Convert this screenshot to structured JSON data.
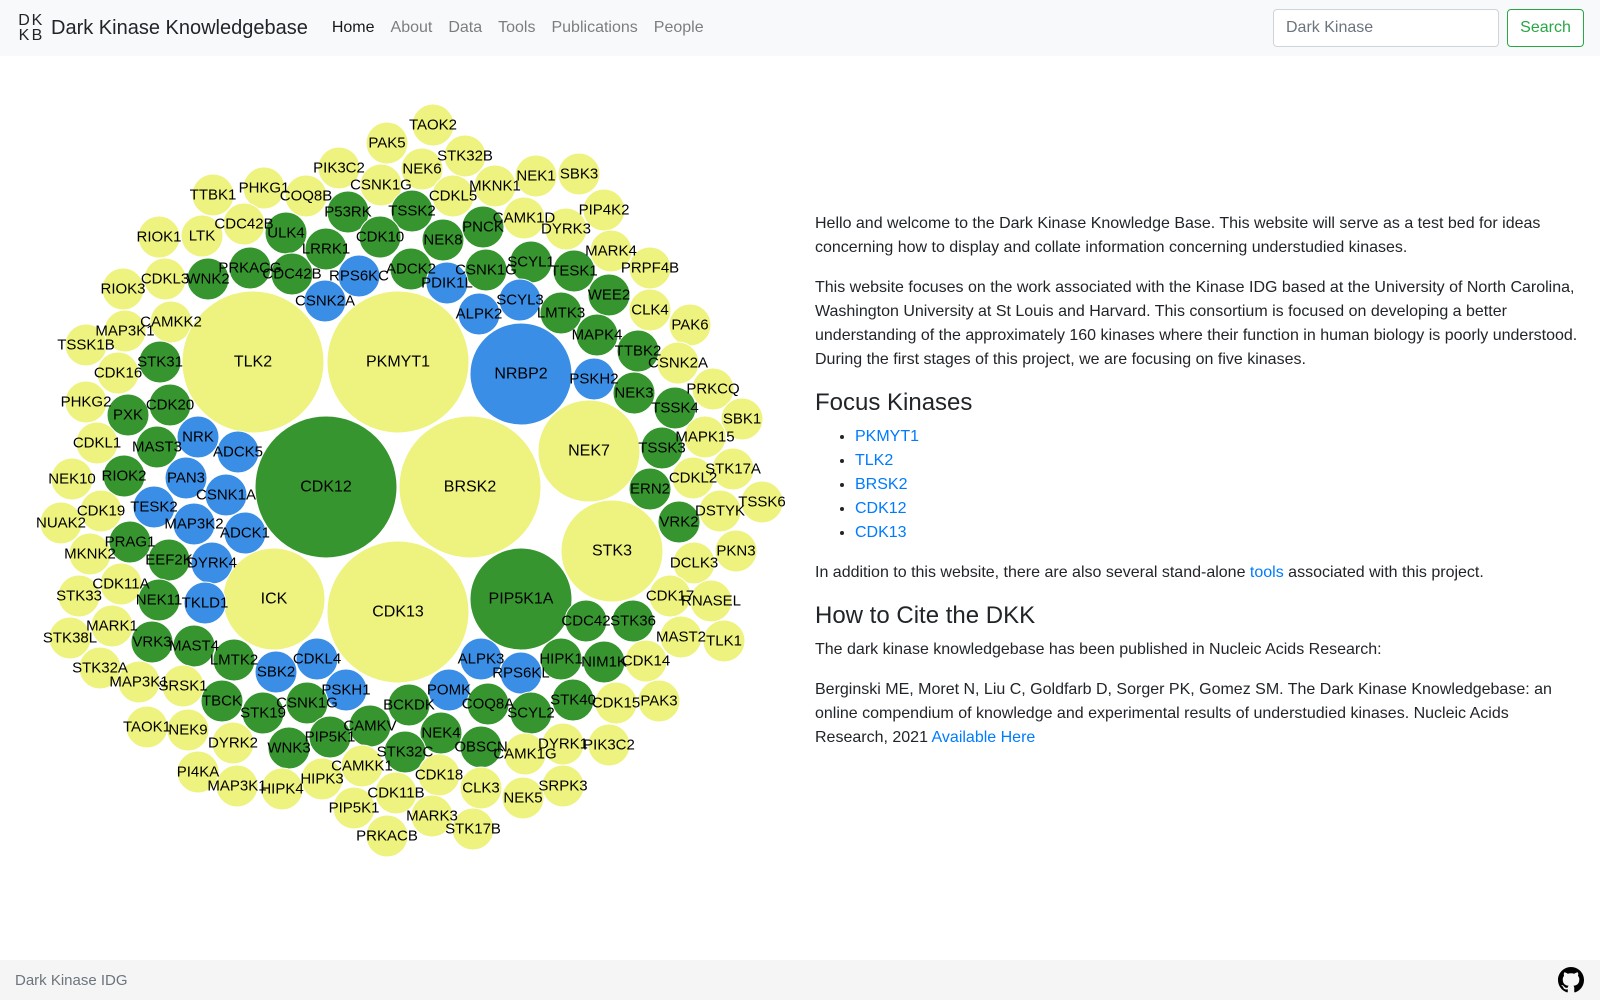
{
  "navbar": {
    "logo_letters": [
      "D",
      "K",
      "K",
      "B"
    ],
    "brand": "Dark Kinase Knowledgebase",
    "items": [
      {
        "label": "Home",
        "active": true
      },
      {
        "label": "About"
      },
      {
        "label": "Data"
      },
      {
        "label": "Tools"
      },
      {
        "label": "Publications"
      },
      {
        "label": "People"
      }
    ],
    "search_placeholder": "Dark Kinase",
    "search_button": "Search"
  },
  "colors": {
    "yellow": "#eef27e",
    "green": "#36952f",
    "blue": "#3b8ee6"
  },
  "bubbles": [
    {
      "label": "TAOK2",
      "c": "y"
    },
    {
      "label": "PAK5",
      "c": "y"
    },
    {
      "label": "STK32B",
      "c": "y"
    },
    {
      "label": "PIK3C2",
      "c": "y"
    },
    {
      "label": "NEK6",
      "c": "y"
    },
    {
      "label": "NEK1",
      "c": "y"
    },
    {
      "label": "SBK3",
      "c": "y"
    },
    {
      "label": "TTBK1",
      "c": "y"
    },
    {
      "label": "PHKG1",
      "c": "y"
    },
    {
      "label": "COQ8B",
      "c": "y"
    },
    {
      "label": "CSNK1G",
      "c": "y"
    },
    {
      "label": "MKNK1",
      "c": "y"
    },
    {
      "label": "CDKL5",
      "c": "y"
    },
    {
      "label": "PIP4K2",
      "c": "y"
    },
    {
      "label": "P53RK",
      "c": "g"
    },
    {
      "label": "TSSK2",
      "c": "g"
    },
    {
      "label": "CAMK1D",
      "c": "y"
    },
    {
      "label": "CDC42B",
      "c": "y"
    },
    {
      "label": "PNCK",
      "c": "g"
    },
    {
      "label": "DYRK3",
      "c": "y"
    },
    {
      "label": "RIOK1",
      "c": "y"
    },
    {
      "label": "LTK",
      "c": "y"
    },
    {
      "label": "ULK4",
      "c": "g"
    },
    {
      "label": "CDK10",
      "c": "g"
    },
    {
      "label": "NEK8",
      "c": "g"
    },
    {
      "label": "LRRK1",
      "c": "g"
    },
    {
      "label": "MARK4",
      "c": "y"
    },
    {
      "label": "CDKL3",
      "c": "y"
    },
    {
      "label": "WNK2",
      "c": "g"
    },
    {
      "label": "PRKACG",
      "c": "g"
    },
    {
      "label": "CDC42B",
      "c": "g"
    },
    {
      "label": "RPS6KC",
      "c": "b"
    },
    {
      "label": "ADCK2",
      "c": "g"
    },
    {
      "label": "CSNK1G",
      "c": "g"
    },
    {
      "label": "SCYL1",
      "c": "g"
    },
    {
      "label": "PRPF4B",
      "c": "y"
    },
    {
      "label": "RIOK3",
      "c": "y"
    },
    {
      "label": "PDIK1L",
      "c": "b"
    },
    {
      "label": "TESK1",
      "c": "g"
    },
    {
      "label": "WEE2",
      "c": "g"
    },
    {
      "label": "CSNK2A",
      "c": "b"
    },
    {
      "label": "SCYL3",
      "c": "b"
    },
    {
      "label": "CLK4",
      "c": "y"
    },
    {
      "label": "MAP3K1",
      "c": "y"
    },
    {
      "label": "CAMKK2",
      "c": "y"
    },
    {
      "label": "ALPK2",
      "c": "b"
    },
    {
      "label": "LMTK3",
      "c": "g"
    },
    {
      "label": "PAK6",
      "c": "y"
    },
    {
      "label": "TSSK1B",
      "c": "y"
    },
    {
      "label": "MAPK4",
      "c": "g"
    },
    {
      "label": "TTBK2",
      "c": "g"
    },
    {
      "label": "STK31",
      "c": "g"
    },
    {
      "label": "CSNK2A",
      "c": "y"
    },
    {
      "label": "TLK2",
      "c": "y",
      "big": true
    },
    {
      "label": "PKMYT1",
      "c": "y",
      "big": true
    },
    {
      "label": "NRBP2",
      "c": "b",
      "big": true
    },
    {
      "label": "CDK16",
      "c": "y"
    },
    {
      "label": "PSKH2",
      "c": "b"
    },
    {
      "label": "PRKCQ",
      "c": "y"
    },
    {
      "label": "NEK3",
      "c": "g"
    },
    {
      "label": "PHKG2",
      "c": "y"
    },
    {
      "label": "CDK20",
      "c": "g"
    },
    {
      "label": "TSSK4",
      "c": "g"
    },
    {
      "label": "SBK1",
      "c": "y"
    },
    {
      "label": "PXK",
      "c": "g"
    },
    {
      "label": "NRK",
      "c": "b"
    },
    {
      "label": "MAST3",
      "c": "g"
    },
    {
      "label": "CDKL1",
      "c": "y"
    },
    {
      "label": "ADCK5",
      "c": "b"
    },
    {
      "label": "MAPK15",
      "c": "y"
    },
    {
      "label": "TSSK3",
      "c": "g"
    },
    {
      "label": "CDK12",
      "c": "g",
      "big": true
    },
    {
      "label": "BRSK2",
      "c": "y",
      "big": true
    },
    {
      "label": "NEK7",
      "c": "y",
      "big": true
    },
    {
      "label": "NEK10",
      "c": "y"
    },
    {
      "label": "RIOK2",
      "c": "g"
    },
    {
      "label": "PAN3",
      "c": "b"
    },
    {
      "label": "STK17A",
      "c": "y"
    },
    {
      "label": "CDKL2",
      "c": "y"
    },
    {
      "label": "CSNK1A",
      "c": "b"
    },
    {
      "label": "ERN2",
      "c": "g"
    },
    {
      "label": "TESK2",
      "c": "b"
    },
    {
      "label": "CDK19",
      "c": "y"
    },
    {
      "label": "DSTYK",
      "c": "y"
    },
    {
      "label": "TSSK6",
      "c": "y"
    },
    {
      "label": "MAP3K2",
      "c": "b"
    },
    {
      "label": "NUAK2",
      "c": "y"
    },
    {
      "label": "VRK2",
      "c": "g"
    },
    {
      "label": "ADCK1",
      "c": "b"
    },
    {
      "label": "PRAG1",
      "c": "g"
    },
    {
      "label": "MKNK2",
      "c": "y"
    },
    {
      "label": "EEF2K",
      "c": "g"
    },
    {
      "label": "DYRK4",
      "c": "b"
    },
    {
      "label": "STK3",
      "c": "y",
      "big": true
    },
    {
      "label": "PKN3",
      "c": "y"
    },
    {
      "label": "DCLK3",
      "c": "y"
    },
    {
      "label": "CDK11A",
      "c": "y"
    },
    {
      "label": "STK33",
      "c": "y"
    },
    {
      "label": "ICK",
      "c": "y",
      "big": true
    },
    {
      "label": "CDK13",
      "c": "y",
      "big": true
    },
    {
      "label": "PIP5K1A",
      "c": "g",
      "big": true
    },
    {
      "label": "NEK11",
      "c": "g"
    },
    {
      "label": "TKLD1",
      "c": "b"
    },
    {
      "label": "CDK17",
      "c": "y"
    },
    {
      "label": "RNASEL",
      "c": "y"
    },
    {
      "label": "MARK1",
      "c": "y"
    },
    {
      "label": "CDC42",
      "c": "g"
    },
    {
      "label": "STK36",
      "c": "g"
    },
    {
      "label": "STK38L",
      "c": "y"
    },
    {
      "label": "VRK3",
      "c": "g"
    },
    {
      "label": "MAST2",
      "c": "y"
    },
    {
      "label": "TLK1",
      "c": "y"
    },
    {
      "label": "MAST4",
      "c": "g"
    },
    {
      "label": "ALPK3",
      "c": "b"
    },
    {
      "label": "LMTK2",
      "c": "g"
    },
    {
      "label": "CDKL4",
      "c": "b"
    },
    {
      "label": "HIPK1",
      "c": "g"
    },
    {
      "label": "NIM1K",
      "c": "g"
    },
    {
      "label": "CDK14",
      "c": "y"
    },
    {
      "label": "STK32A",
      "c": "y"
    },
    {
      "label": "SBK2",
      "c": "b"
    },
    {
      "label": "RPS6KL",
      "c": "b"
    },
    {
      "label": "MAP3K1",
      "c": "y"
    },
    {
      "label": "SRSK1",
      "c": "y"
    },
    {
      "label": "PSKH1",
      "c": "b"
    },
    {
      "label": "POMK",
      "c": "b"
    },
    {
      "label": "TBCK",
      "c": "g"
    },
    {
      "label": "CSNK1G",
      "c": "g"
    },
    {
      "label": "BCKDK",
      "c": "g"
    },
    {
      "label": "COQ8A",
      "c": "g"
    },
    {
      "label": "STK40",
      "c": "g"
    },
    {
      "label": "CDK15",
      "c": "y"
    },
    {
      "label": "PAK3",
      "c": "y"
    },
    {
      "label": "STK19",
      "c": "g"
    },
    {
      "label": "SCYL2",
      "c": "g"
    },
    {
      "label": "TAOK1",
      "c": "y"
    },
    {
      "label": "NEK9",
      "c": "y"
    },
    {
      "label": "CAMKV",
      "c": "g"
    },
    {
      "label": "PIP5K1",
      "c": "g"
    },
    {
      "label": "NEK4",
      "c": "g"
    },
    {
      "label": "DYRK2",
      "c": "y"
    },
    {
      "label": "WNK3",
      "c": "g"
    },
    {
      "label": "OBSCN",
      "c": "g"
    },
    {
      "label": "DYRK1",
      "c": "y"
    },
    {
      "label": "PIK3C2",
      "c": "y"
    },
    {
      "label": "STK32C",
      "c": "g"
    },
    {
      "label": "CAMK1G",
      "c": "y"
    },
    {
      "label": "CAMKK1",
      "c": "y"
    },
    {
      "label": "PI4KA",
      "c": "y"
    },
    {
      "label": "CDK18",
      "c": "y"
    },
    {
      "label": "HIPK3",
      "c": "y"
    },
    {
      "label": "MAP3K1",
      "c": "y"
    },
    {
      "label": "HIPK4",
      "c": "y"
    },
    {
      "label": "CLK3",
      "c": "y"
    },
    {
      "label": "SRPK3",
      "c": "y"
    },
    {
      "label": "CDK11B",
      "c": "y"
    },
    {
      "label": "NEK5",
      "c": "y"
    },
    {
      "label": "PIP5K1",
      "c": "y"
    },
    {
      "label": "MARK3",
      "c": "y"
    },
    {
      "label": "STK17B",
      "c": "y"
    },
    {
      "label": "PRKACB",
      "c": "y"
    }
  ],
  "content": {
    "intro1": "Hello and welcome to the Dark Kinase Knowledge Base. This website will serve as a test bed for ideas concerning how to display and collate information concerning understudied kinases.",
    "intro2": "This website focuses on the work associated with the Kinase IDG based at the University of North Carolina, Washington University at St Louis and Harvard. This consortium is focused on developing a better understanding of the approximately 160 kinases where their function in human biology is poorly understood. During the first stages of this project, we are focusing on five kinases.",
    "focus_heading": "Focus Kinases",
    "focus_kinases": [
      "PKMYT1",
      "TLK2",
      "BRSK2",
      "CDK12",
      "CDK13"
    ],
    "tools_before": "In addition to this website, there are also several stand-alone ",
    "tools_link": "tools",
    "tools_after": " associated with this project.",
    "cite_heading": "How to Cite the DKK",
    "cite_intro": "The dark kinase knowledgebase has been published in Nucleic Acids Research:",
    "citation": "Berginski ME, Moret N, Liu C, Goldfarb D, Sorger PK, Gomez SM. The Dark Kinase Knowledgebase: an online compendium of knowledge and experimental results of understudied kinases. Nucleic Acids Research, 2021 ",
    "citation_link": "Available Here"
  },
  "footer": {
    "text": "Dark Kinase IDG",
    "icon": "github-icon"
  }
}
